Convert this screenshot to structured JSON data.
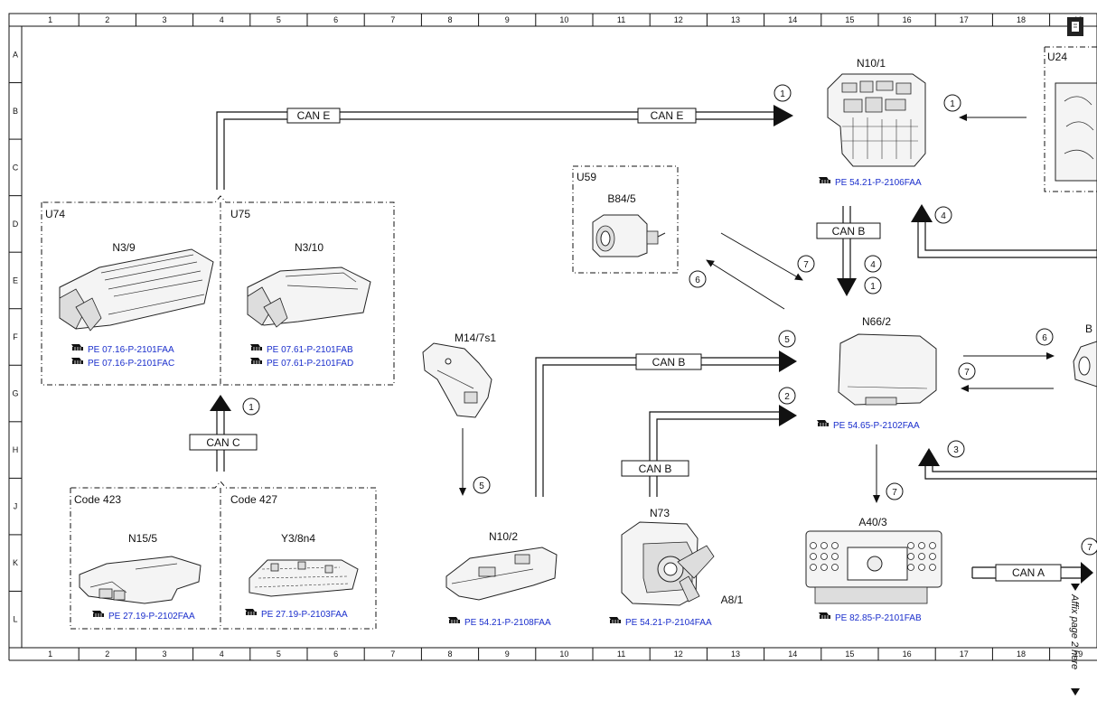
{
  "grid": {
    "columns": [
      "1",
      "2",
      "3",
      "4",
      "5",
      "6",
      "7",
      "8",
      "9",
      "10",
      "11",
      "12",
      "13",
      "14",
      "15",
      "16",
      "17",
      "18",
      "19"
    ],
    "rows": [
      "A",
      "B",
      "C",
      "D",
      "E",
      "F",
      "G",
      "H",
      "J",
      "K",
      "L"
    ]
  },
  "groups": {
    "u74": "U74",
    "u75": "U75",
    "u59": "U59",
    "u24": "U24",
    "code423": "Code 423",
    "code427": "Code 427"
  },
  "components": {
    "n3_9": {
      "label": "N3/9",
      "ref1": "PE 07.16-P-2101FAA",
      "ref2": "PE 07.16-P-2101FAC"
    },
    "n3_10": {
      "label": "N3/10",
      "ref1": "PE 07.61-P-2101FAB",
      "ref2": "PE 07.61-P-2101FAD"
    },
    "n15_5": {
      "label": "N15/5",
      "ref": "PE 27.19-P-2102FAA"
    },
    "y3_8n4": {
      "label": "Y3/8n4",
      "ref": "PE 27.19-P-2103FAA"
    },
    "b84_5": {
      "label": "B84/5"
    },
    "m14_7s1": {
      "label": "M14/7s1"
    },
    "n10_2": {
      "label": "N10/2",
      "ref": "PE 54.21-P-2108FAA"
    },
    "n73": {
      "label": "N73",
      "ref": "PE 54.21-P-2104FAA"
    },
    "a8_1": {
      "label": "A8/1"
    },
    "n10_1": {
      "label": "N10/1",
      "ref": "PE 54.21-P-2106FAA"
    },
    "n66_2": {
      "label": "N66/2",
      "ref": "PE 54.65-P-2102FAA"
    },
    "a40_3": {
      "label": "A40/3",
      "ref": "PE 82.85-P-2101FAB"
    },
    "edge_b": {
      "label": "B"
    }
  },
  "buses": {
    "can_e_1": "CAN E",
    "can_e_2": "CAN E",
    "can_c": "CAN C",
    "can_b_n66": "CAN B",
    "can_b_m14": "CAN B",
    "can_b_n73": "CAN B",
    "can_a": "CAN A"
  },
  "signals": {
    "s1_top": "1",
    "s1_u24": "1",
    "s4_n10": "4",
    "s4_down": "4",
    "s1_down": "1",
    "s7_b84": "7",
    "s6_b84": "6",
    "s1_canc": "1",
    "s5_m14": "5",
    "s5_mid": "5",
    "s2_mid": "2",
    "s6_right": "6",
    "s7_right": "7",
    "s3_right": "3",
    "s7_a40": "7",
    "s7_edge": "7"
  },
  "margin_note": "Affix page 2 here",
  "colors": {
    "link": "#1a2ecc",
    "line": "#111111"
  }
}
